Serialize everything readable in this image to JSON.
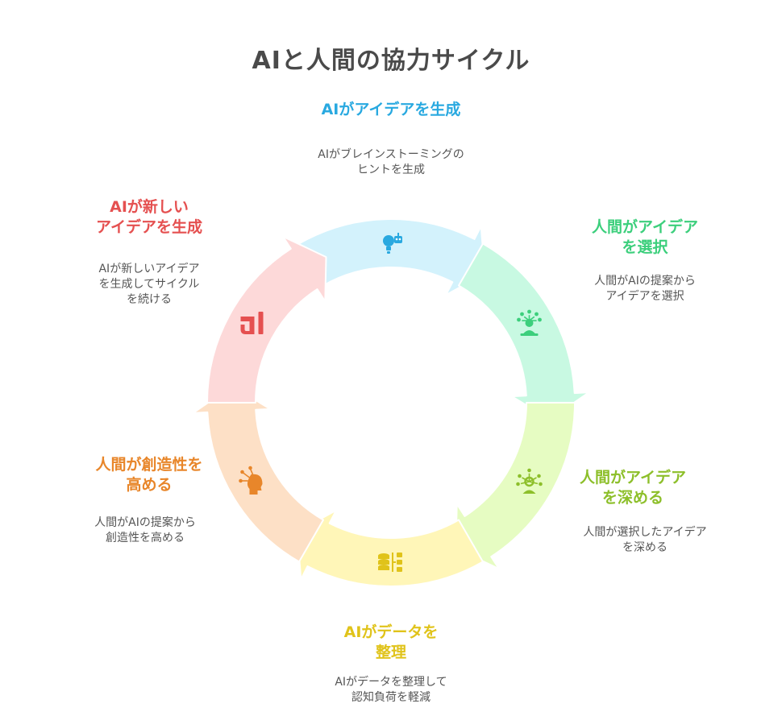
{
  "title": "AIと人間の協力サイクル",
  "stages": [
    {
      "title": "AIがアイデアを生成",
      "desc": "AIがブレインストーミングの\nヒントを生成",
      "color": "#29a9e0",
      "fill": "#d3f2fc",
      "icon": "lightbulb-robot-icon"
    },
    {
      "title": "人間がアイデア\nを選択",
      "desc": "人間がAIの提案から\nアイデアを選択",
      "color": "#3ccf7c",
      "fill": "#c8f9e2",
      "icon": "person-ideas-icon"
    },
    {
      "title": "人間がアイデア\nを深める",
      "desc": "人間が選択したアイデア\nを深める",
      "color": "#8dbf2a",
      "fill": "#e6fcc2",
      "icon": "person-network-icon"
    },
    {
      "title": "AIがデータを\n整理",
      "desc": "AIがデータを整理して\n認知負荷を軽減",
      "color": "#e0c31a",
      "fill": "#fff6b8",
      "icon": "database-organize-icon"
    },
    {
      "title": "人間が創造性を\n高める",
      "desc": "人間がAIの提案から\n創造性を高める",
      "color": "#e8862a",
      "fill": "#fde0c6",
      "icon": "head-creativity-icon"
    },
    {
      "title": "AIが新しい\nアイデアを生成",
      "desc": "AIが新しいアイデア\nを生成してサイクル\nを続ける",
      "color": "#e55050",
      "fill": "#fdd9d9",
      "icon": "ai-logo-icon"
    }
  ]
}
